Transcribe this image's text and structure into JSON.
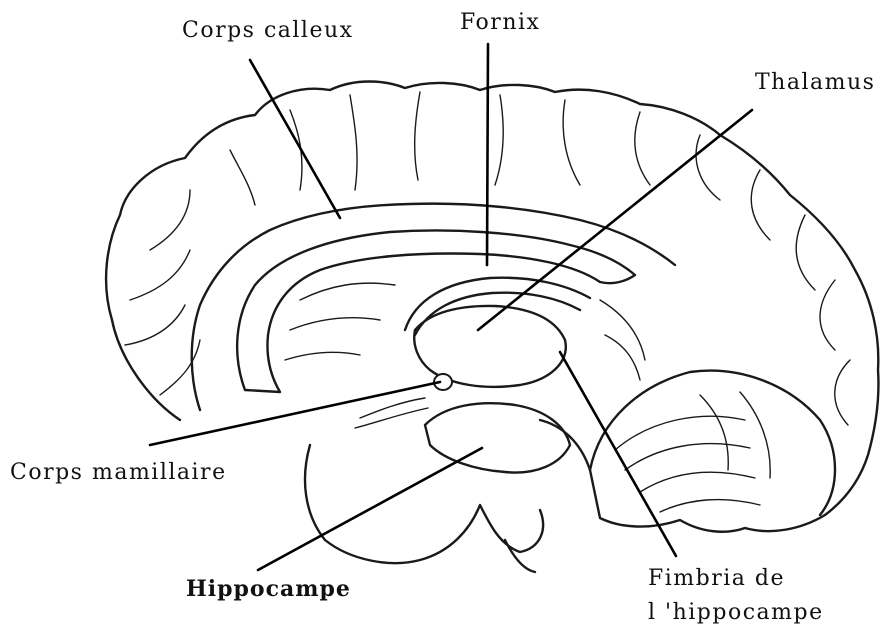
{
  "labels": {
    "corps_calleux": "Corps calleux",
    "fornix": "Fornix",
    "thalamus": "Thalamus",
    "corps_mamillaire": "Corps mamillaire",
    "hippocampe": "Hippocampe",
    "fimbria_line1": "Fimbria de",
    "fimbria_line2": "l 'hippocampe"
  }
}
